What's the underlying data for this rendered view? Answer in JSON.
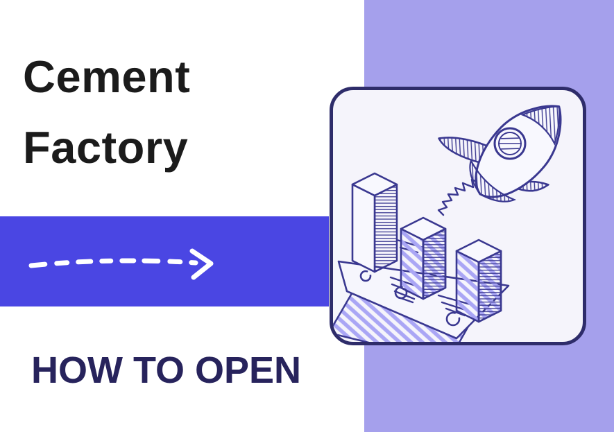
{
  "title": {
    "line1": "Cement",
    "line2": "Factory"
  },
  "subtitle": {
    "text": "HOW TO OPEN"
  },
  "icons": {
    "arrow": "dashed-arrow-right-icon",
    "illustration": "rocket-bar-chart-growth-illustration"
  },
  "illustration": {
    "elements": [
      "rocket",
      "exhaust-flame-burst",
      "3d-bar-chart-three-bars",
      "tilted-paper-sheets",
      "circle-doodles",
      "speed-line-doodles"
    ]
  },
  "colors": {
    "background": "#ffffff",
    "accent_band": "#4a46e3",
    "right_panel": "#a5a0ec",
    "card_background": "#f5f4fb",
    "card_border": "#2e2c6a",
    "illustration_stroke": "#3a3890",
    "illustration_hatch_lavender": "#aaa6f5",
    "title_text": "#1b1b1b",
    "subtitle_text": "#27235c",
    "arrow": "#ffffff"
  }
}
